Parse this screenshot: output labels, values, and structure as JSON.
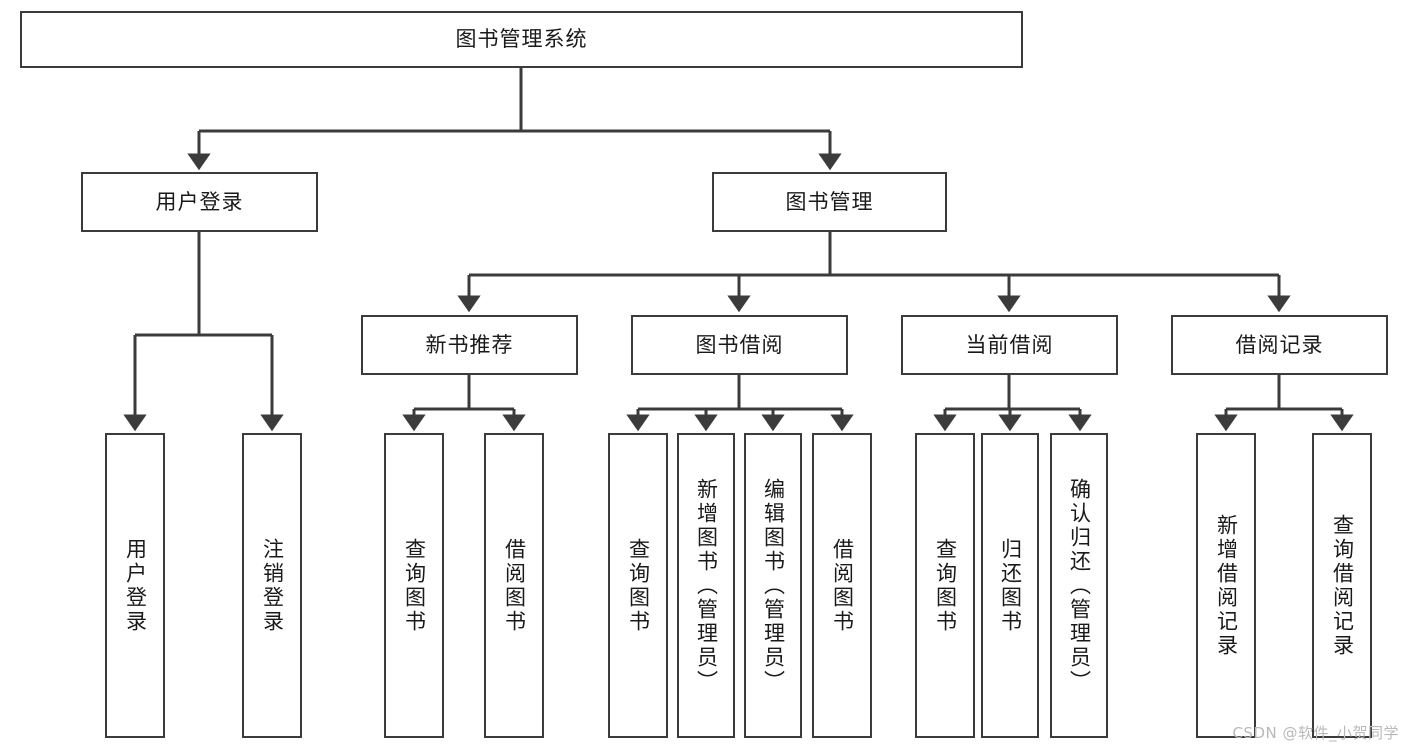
{
  "diagram": {
    "type": "tree-hierarchy-chart",
    "title": "图书管理系统",
    "line_color": "#3b3b3b",
    "box_fill": "#ffffff",
    "text_color": "#1a1a1a",
    "levels": {
      "root": {
        "label": "图书管理系统"
      },
      "level2": [
        {
          "label": "用户登录"
        },
        {
          "label": "图书管理"
        }
      ],
      "level3": [
        {
          "label": "新书推荐"
        },
        {
          "label": "图书借阅"
        },
        {
          "label": "当前借阅"
        },
        {
          "label": "借阅记录"
        }
      ],
      "leaves": {
        "user_login": [
          {
            "label": "用户登录"
          },
          {
            "label": "注销登录"
          }
        ],
        "new_book_recommend": [
          {
            "label": "查询图书"
          },
          {
            "label": "借阅图书"
          }
        ],
        "book_borrow": [
          {
            "label": "查询图书"
          },
          {
            "label": "新增图书（管理员）"
          },
          {
            "label": "编辑图书（管理员）"
          },
          {
            "label": "借阅图书"
          }
        ],
        "current_borrow": [
          {
            "label": "查询图书"
          },
          {
            "label": "归还图书"
          },
          {
            "label": "确认归还（管理员）"
          }
        ],
        "borrow_record": [
          {
            "label": "新增借阅记录"
          },
          {
            "label": "查询借阅记录"
          }
        ]
      }
    }
  },
  "watermark": {
    "text": "CSDN @软件_小贺同学"
  }
}
